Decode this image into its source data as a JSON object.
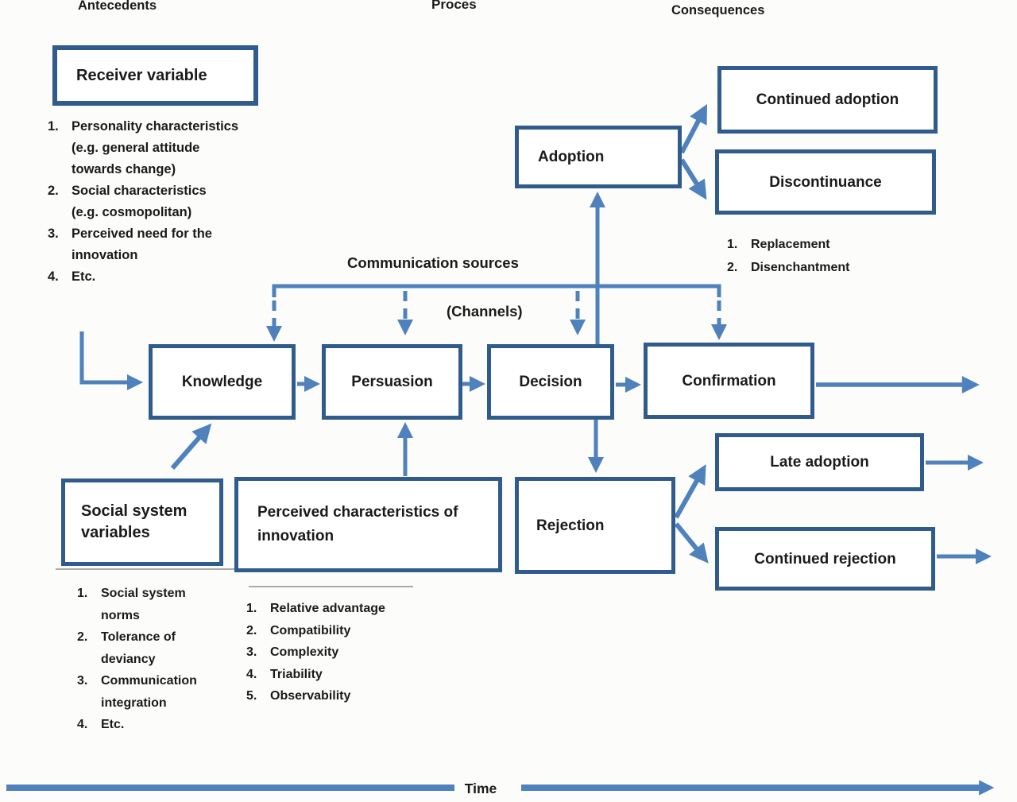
{
  "colors": {
    "box_border": "#305c8d",
    "arrow": "#4f81bd",
    "text": "#1a1a1a",
    "background": "#fcfcfb",
    "thin_line": "#909090"
  },
  "header": {
    "antecedents": "Antecedents",
    "process": "Proces",
    "consequences": "Consequences"
  },
  "boxes": {
    "receiver_variable": "Receiver variable",
    "adoption": "Adoption",
    "continued_adoption": "Continued adoption",
    "discontinuance": "Discontinuance",
    "knowledge": "Knowledge",
    "persuasion": "Persuasion",
    "decision": "Decision",
    "confirmation": "Confirmation",
    "social_system_variables": "Social system variables",
    "perceived_characteristics": "Perceived characteristics of innovation",
    "rejection": "Rejection",
    "late_adoption": "Late adoption",
    "continued_rejection": "Continued rejection"
  },
  "labels": {
    "communication_sources": "Communication sources",
    "channels": "(Channels)",
    "time": "Time"
  },
  "lists": {
    "receiver_variables": [
      {
        "num": "1.",
        "lines": [
          "Personality characteristics",
          "(e.g. general attitude",
          "towards change)"
        ]
      },
      {
        "num": "2.",
        "lines": [
          "Social characteristics",
          "(e.g. cosmopolitan)"
        ]
      },
      {
        "num": "3.",
        "lines": [
          "Perceived need for the",
          "innovation"
        ]
      },
      {
        "num": "4.",
        "lines": [
          "Etc."
        ]
      }
    ],
    "discontinuance_types": [
      {
        "num": "1.",
        "lines": [
          "Replacement"
        ]
      },
      {
        "num": "2.",
        "lines": [
          "Disenchantment"
        ]
      }
    ],
    "social_system_items": [
      {
        "num": "1.",
        "lines": [
          "Social system",
          "norms"
        ]
      },
      {
        "num": "2.",
        "lines": [
          "Tolerance of",
          "deviancy"
        ]
      },
      {
        "num": "3.",
        "lines": [
          "Communication",
          "integration"
        ]
      },
      {
        "num": "4.",
        "lines": [
          "Etc."
        ]
      }
    ],
    "innovation_characteristics": [
      {
        "num": "1.",
        "lines": [
          "Relative advantage"
        ]
      },
      {
        "num": "2.",
        "lines": [
          "Compatibility"
        ]
      },
      {
        "num": "3.",
        "lines": [
          "Complexity"
        ]
      },
      {
        "num": "4.",
        "lines": [
          "Triability"
        ]
      },
      {
        "num": "5.",
        "lines": [
          "Observability"
        ]
      }
    ]
  }
}
